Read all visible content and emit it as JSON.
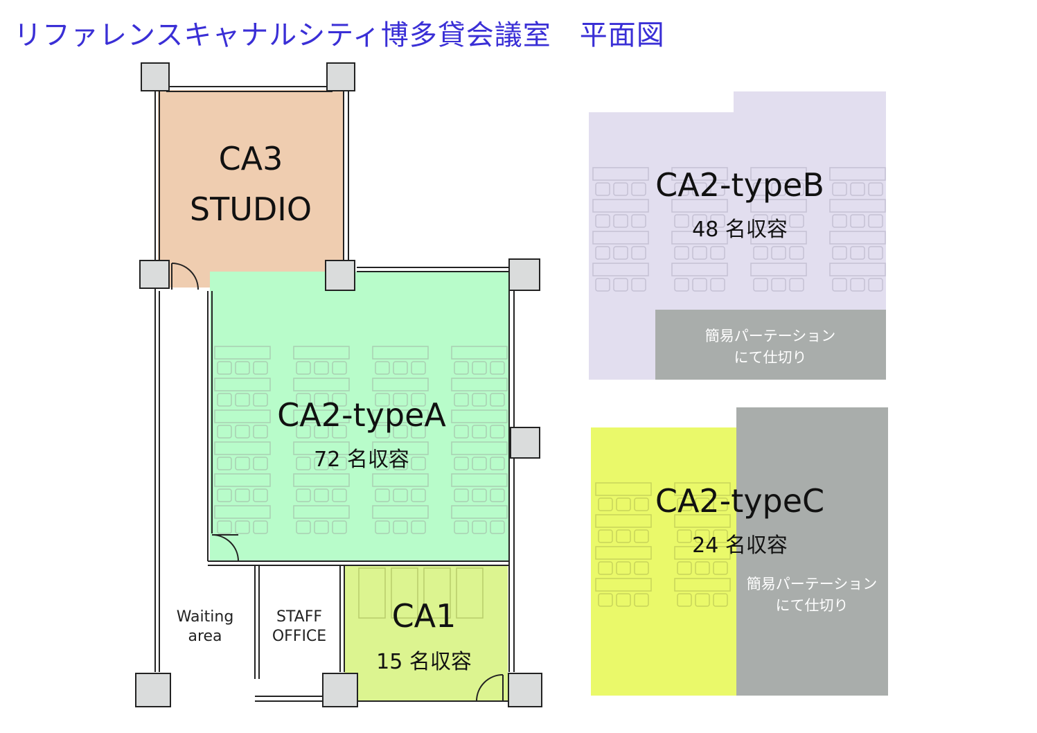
{
  "title": "リファレンスキャナルシティ博多貸会議室　平面図",
  "colors": {
    "ca3": "#efcdb0",
    "ca2a": "#b8fcca",
    "ca1": "#dcf490",
    "ca2b": "#e2deef",
    "ca2c": "#eaf96a",
    "partition": "#a9adab",
    "title": "#3a2fd6"
  },
  "rooms": {
    "ca3": {
      "name": "CA3",
      "sub": "STUDIO"
    },
    "ca2a": {
      "name": "CA2-typeA",
      "capacity": "72 名収容"
    },
    "ca1": {
      "name": "CA1",
      "capacity": "15 名収容"
    },
    "ca2b": {
      "name": "CA2-typeB",
      "capacity": "48 名収容",
      "note_line1": "簡易パーテーション",
      "note_line2": "にて仕切り"
    },
    "ca2c": {
      "name": "CA2-typeC",
      "capacity": "24 名収容",
      "note_line1": "簡易パーテーション",
      "note_line2": "にて仕切り"
    }
  },
  "areas": {
    "waiting_line1": "Waiting",
    "waiting_line2": "area",
    "staff_line1": "STAFF",
    "staff_line2": "OFFICE"
  }
}
